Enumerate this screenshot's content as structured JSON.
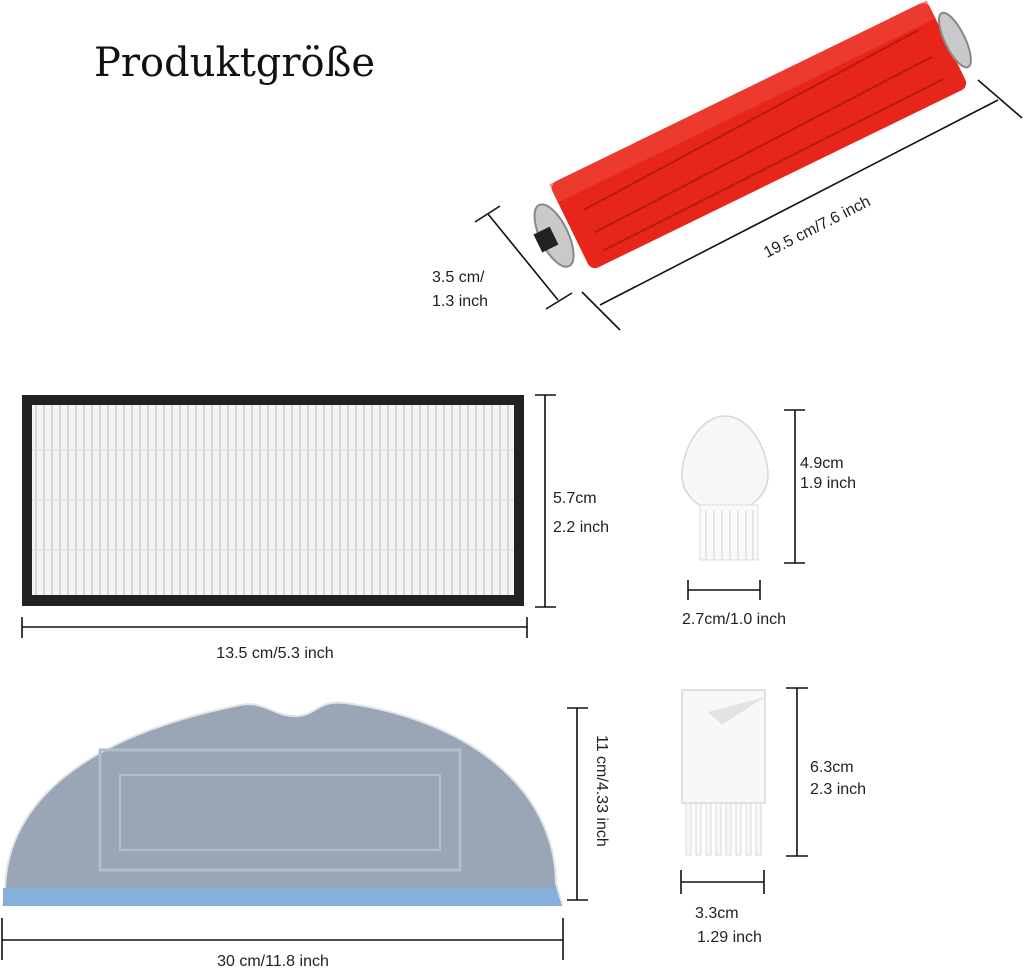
{
  "title": "Produktgröße",
  "colors": {
    "roller": "#e8251b",
    "filter_frame": "#222222",
    "mop": "#9aa6b5",
    "mop_edge": "#86b0dc"
  },
  "items": {
    "roller": {
      "length": "19.5 cm/7.6 inch",
      "diameter_line1": "3.5 cm/",
      "diameter_line2": "1.3 inch"
    },
    "filter": {
      "height_line1": "5.7cm",
      "height_line2": "2.2 inch",
      "width": "13.5 cm/5.3 inch"
    },
    "brush": {
      "height_line1": "4.9cm",
      "height_line2": "1.9 inch",
      "width": "2.7cm/1.0 inch"
    },
    "mop": {
      "height": "11 cm/4.33 inch",
      "width": "30 cm/11.8 inch"
    },
    "comb": {
      "height_line1": "6.3cm",
      "height_line2": "2.3 inch",
      "width_line1": "3.3cm",
      "width_line2": "1.29 inch"
    }
  }
}
